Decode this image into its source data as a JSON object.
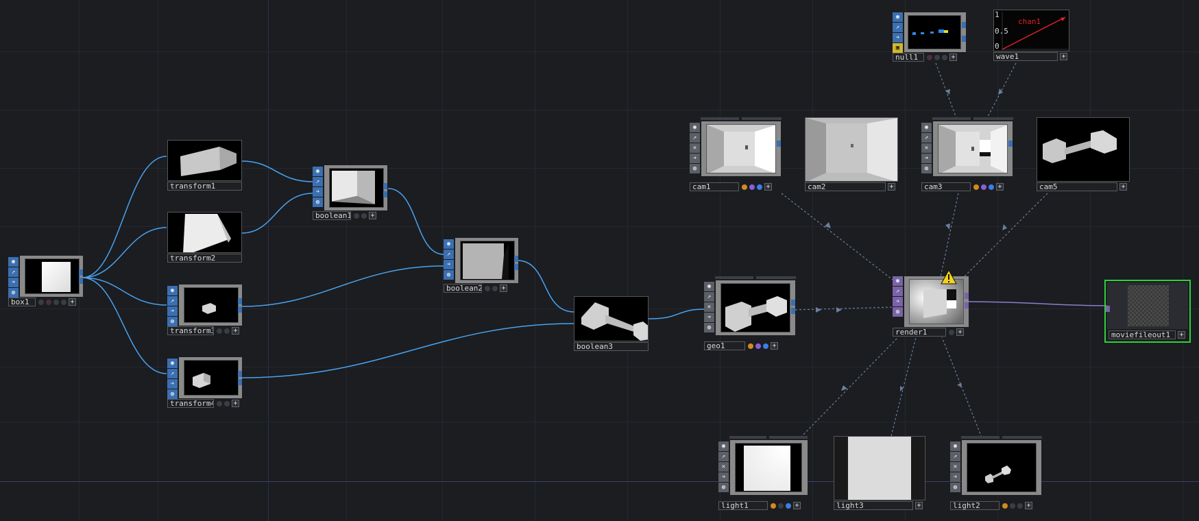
{
  "network": {
    "nodes": {
      "box1": {
        "label": "box1"
      },
      "transform1": {
        "label": "transform1"
      },
      "transform2": {
        "label": "transform2"
      },
      "transform3": {
        "label": "transform3"
      },
      "transform4": {
        "label": "transform4"
      },
      "boolean1": {
        "label": "boolean1"
      },
      "boolean2": {
        "label": "boolean2"
      },
      "boolean3": {
        "label": "boolean3"
      },
      "geo1": {
        "label": "geo1"
      },
      "cam1": {
        "label": "cam1"
      },
      "cam2": {
        "label": "cam2"
      },
      "cam3": {
        "label": "cam3"
      },
      "cam5": {
        "label": "cam5"
      },
      "null1": {
        "label": "null1"
      },
      "wave1": {
        "label": "wave1"
      },
      "render1": {
        "label": "render1"
      },
      "moviefileout1": {
        "label": "moviefileout1"
      },
      "light1": {
        "label": "light1"
      },
      "light2": {
        "label": "light2"
      },
      "light3": {
        "label": "light3"
      }
    },
    "wave_preview": {
      "channel": "chan1",
      "ticks": [
        "1",
        "0.5",
        "0"
      ]
    },
    "flag_icons": [
      "viewer-icon",
      "bypass-icon",
      "lock-icon",
      "display-icon",
      "render-icon"
    ],
    "colors": {
      "background": "#1b1d21",
      "sop_flag": "#3b6fb0",
      "top_flag": "#7a63a6",
      "sop_wire": "#4aa3f0",
      "top_wire": "#8a7fd0",
      "comp_wire": "#6a7f9a",
      "wave_line": "#e0202a",
      "active_border": "#2fd03a",
      "warning": "#f2d21c"
    }
  }
}
